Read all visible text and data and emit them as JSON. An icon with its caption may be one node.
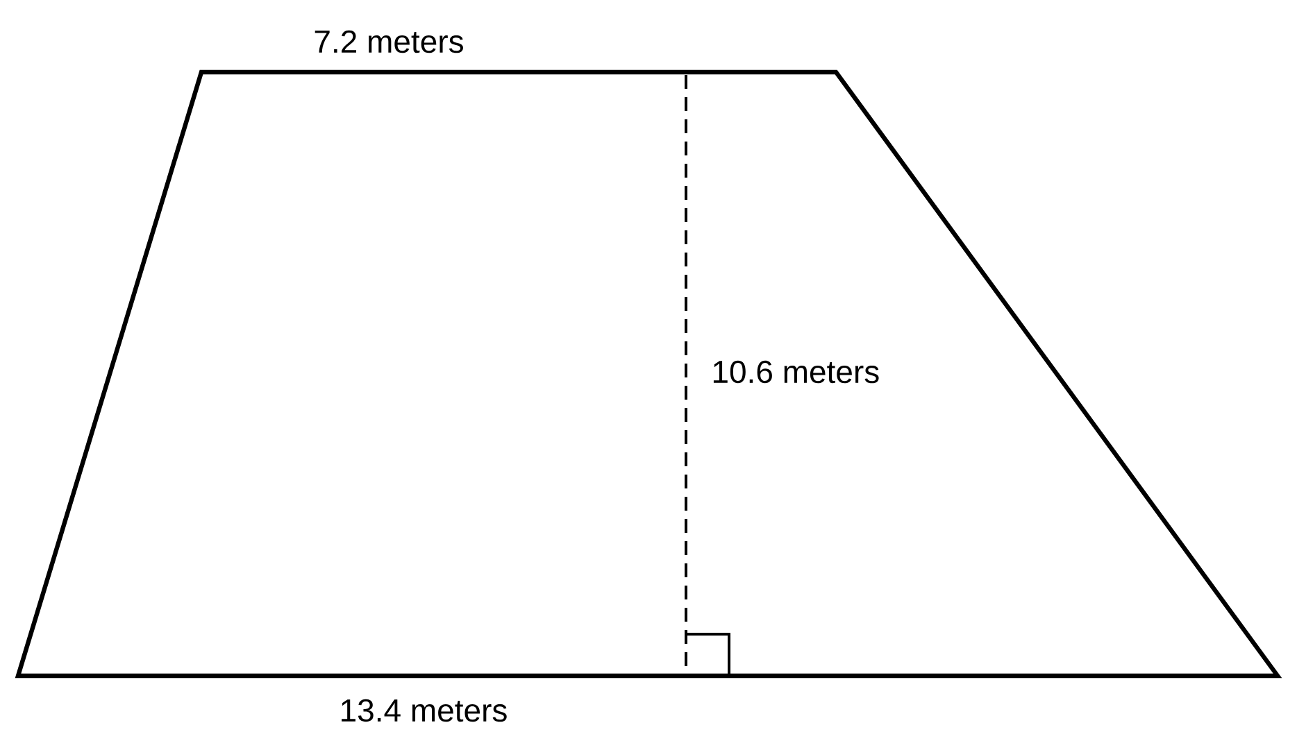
{
  "diagram": {
    "labels": [
      "7.2 meters",
      "10.6 meters",
      "13.4 meters"
    ]
  }
}
